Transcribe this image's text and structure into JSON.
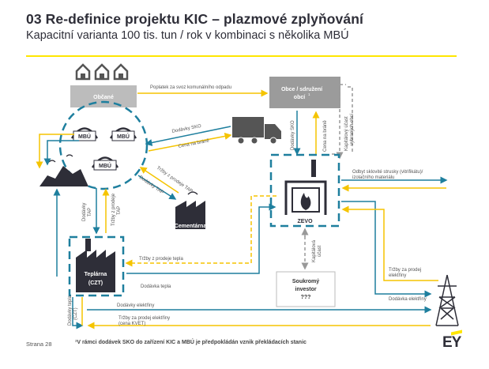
{
  "header": {
    "title": "03 Re-definice projektu KIC – plazmové zplyňování",
    "subtitle": "Kapacitní varianta 100 tis. tun / rok v kombinaci s několika MBÚ"
  },
  "nodes": {
    "obcane": "Občané",
    "obce_line1": "Obce / sdružení",
    "obce_line2": "obcí",
    "obce_sup": "1",
    "mbu1": "MBÚ",
    "mbu2": "MBÚ",
    "mbu3": "MBÚ",
    "cementarna": "Cementárna",
    "zevo": "ZEVO",
    "teplarna_line1": "Teplárna",
    "teplarna_line2": "(CZT)",
    "investor_line1": "Soukromý",
    "investor_line2": "investor",
    "investor_line3": "???"
  },
  "flows": {
    "poplatek": "Poplatek za svoz komunálního odpadu",
    "dodavky_sko_left": "Dodávky SKO",
    "cena_na_brane_left": "Cena na bráně",
    "dodavky_sko_down": "Dodávky SKO",
    "cena_na_brane_down": "Cena na bráně",
    "kapitalovy_upper_line1": "Kapitálový  účast",
    "kapitalovy_upper_line2": "vybraných obcí",
    "odbyt_line1": "Odbyt sklovité strusky (vitrifikátu)/",
    "odbyt_line2": "izolačního materiálu",
    "trzby_tap_cem": "Tržby z prodeje TAP",
    "dodavky_tap_cem": "Dodávky TAP",
    "dodavky_tap_tep_line1": "Dodávky",
    "dodavky_tap_tep_line2": "TAP",
    "trzby_tap_tep_line1": "Tržby z prodeje",
    "trzby_tap_tep_line2": "TAP",
    "kapitalova_lower_line1": "Kapitálová",
    "kapitalova_lower_line2": "účast",
    "trzby_tepla": "Tržby z prodeje tepla",
    "dodavka_tepla": "Dodávka tepla",
    "trzby_el_right_line1": "Tržby za prodej",
    "trzby_el_right_line2": "elektřiny",
    "dodavka_el_right": "Dodávka elektřiny",
    "dodavky_tepla_czt_line1": "Dodávky tepla",
    "dodavky_tepla_czt_line2": "(CZT)",
    "dodavky_el_bottom": "Dodávky elektřiny",
    "trzby_el_bottom_line1": "Tržby za prodej elektřiny",
    "trzby_el_bottom_line2": "(cena KVET)"
  },
  "footer": {
    "page": "Strana 28",
    "footnote": "¹V rámci dodávek SKO do zařízení KIC a MBÚ je předpokládán vznik překládacích stanic",
    "logo": "EY"
  },
  "colors": {
    "accent_yellow": "#ffe600",
    "flow_yellow": "#f5c400",
    "teal": "#1e7f9e",
    "dark": "#2e2e38",
    "grey_box": "#999999"
  },
  "icons": [
    "house-icon",
    "truck-icon",
    "landfill-icon",
    "factory-icon",
    "flame-icon",
    "power-pylon-icon"
  ]
}
